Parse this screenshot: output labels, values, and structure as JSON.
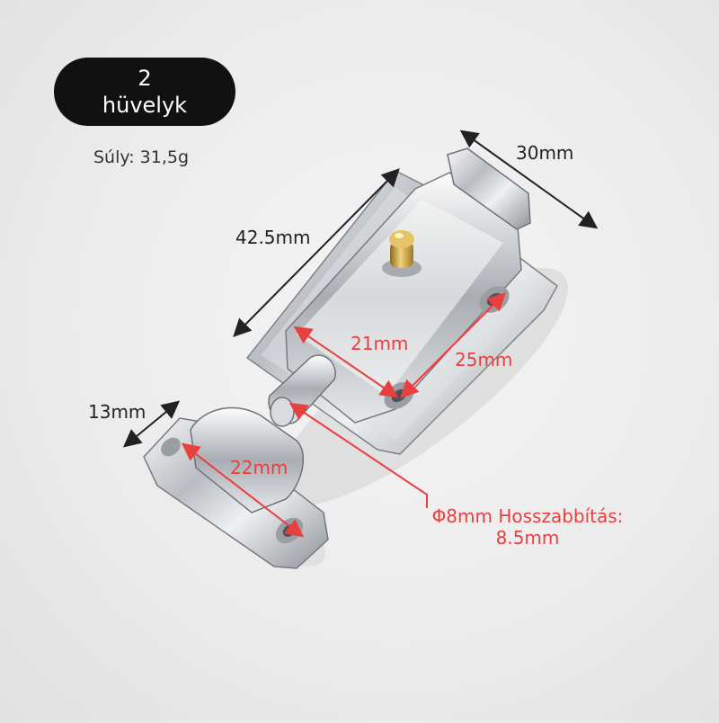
{
  "badge": {
    "line1": "2",
    "line2": "hüvelyk"
  },
  "weight": "Súly: 31,5g",
  "dimensions": {
    "width_top": "30mm",
    "length": "42.5mm",
    "strike_width": "13mm",
    "plate_span": "21mm",
    "hole_spacing": "25mm",
    "strike_length": "22mm",
    "bolt_line1": "Φ8mm Hosszabbítás:",
    "bolt_line2": "8.5mm"
  },
  "colors": {
    "badge_bg": "#111111",
    "dimension_red": "#e8403e",
    "dimension_dark": "#222222",
    "chrome": "#c8cbd0",
    "brass": "#c9a23a"
  },
  "image": {
    "subject": "chrome-plated door bolt latch with strike plate",
    "icons": [
      "brass-knob-icon",
      "screw-hole-icon"
    ]
  }
}
